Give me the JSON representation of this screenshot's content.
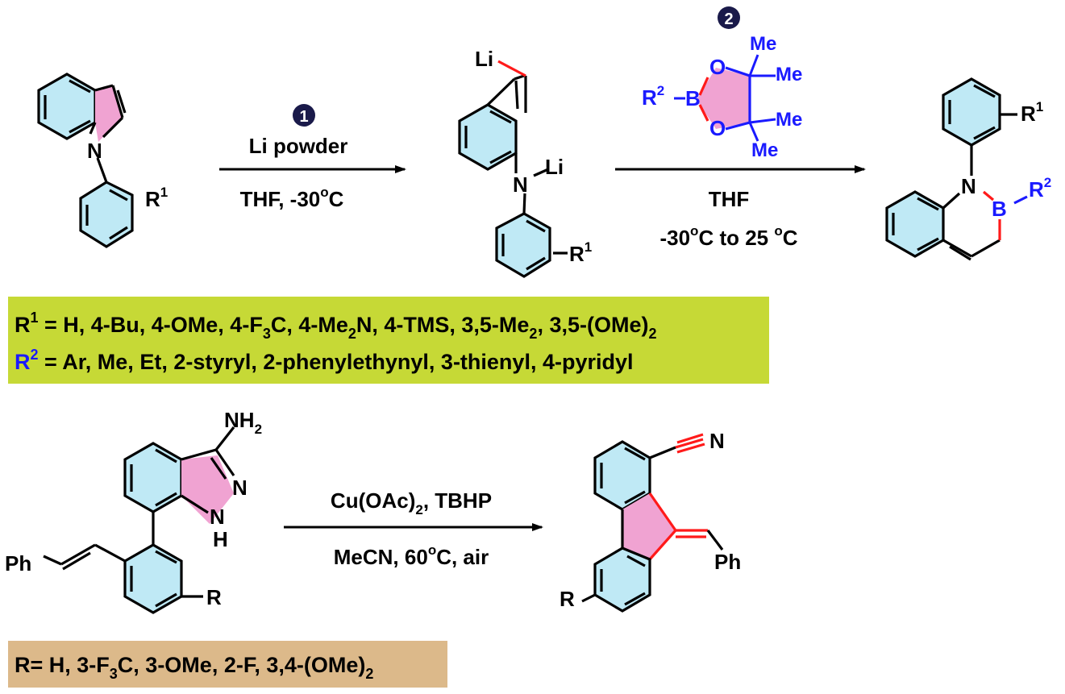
{
  "colors": {
    "ring_fill": "#bfe9f5",
    "pink_fill": "#f0a3d2",
    "red_bond": "#ff1a1a",
    "blue_text": "#1a1aff",
    "green_box": "#c6d936",
    "tan_box": "#dcb98a"
  },
  "scheme1": {
    "step1_badge": "1",
    "step2_badge": "2",
    "arrow1_top": "Li powder",
    "arrow1_bottom": "THF, -30",
    "arrow1_bottom_deg": "o",
    "arrow1_bottom_unit": "C",
    "arrow2_top": "THF",
    "arrow2_bottom_a": "-30",
    "arrow2_bottom_b": "C to 25 ",
    "arrow2_bottom_c": "C",
    "deg": "o",
    "reagent_r2": "R",
    "reagent_r2_sup": "2",
    "reagent_B": "B",
    "reagent_O": "O",
    "reagent_Me": "Me",
    "atom_N": "N",
    "atom_Li": "Li",
    "atom_R": "R",
    "sup_1": "1",
    "sup_2": "2",
    "box_r1_prefix": "R",
    "box_r1_sup": "1",
    "box_r1_text_a": " = H, 4-Bu, 4-OMe, 4-F",
    "box_r1_sub3": "3",
    "box_r1_text_b": "C, 4-Me",
    "box_r1_sub2a": "2",
    "box_r1_text_c": "N, 4-TMS, 3,5-Me",
    "box_r1_sub2b": "2",
    "box_r1_text_d": ", 3,5-(OMe)",
    "box_r1_sub2c": "2",
    "box_r2_prefix": "R",
    "box_r2_sup": "2",
    "box_r2_text": " = Ar, Me, Et, 2-styryl, 2-phenylethynyl, 3-thienyl, 4-pyridyl"
  },
  "scheme2": {
    "arrow_top_a": "Cu(OAc)",
    "arrow_top_sub": "2",
    "arrow_top_b": ", TBHP",
    "arrow_bottom_a": "MeCN, 60",
    "arrow_bottom_deg": "o",
    "arrow_bottom_b": "C, air",
    "atom_NH2": "NH",
    "atom_NH2_sub": "2",
    "atom_N": "N",
    "atom_H": "H",
    "atom_Ph": "Ph",
    "atom_R": "R",
    "box_text_a": "R= H, 3-F",
    "box_sub3": "3",
    "box_text_b": "C, 3-OMe, 2-F, 3,4-(OMe)",
    "box_sub2": "2"
  }
}
